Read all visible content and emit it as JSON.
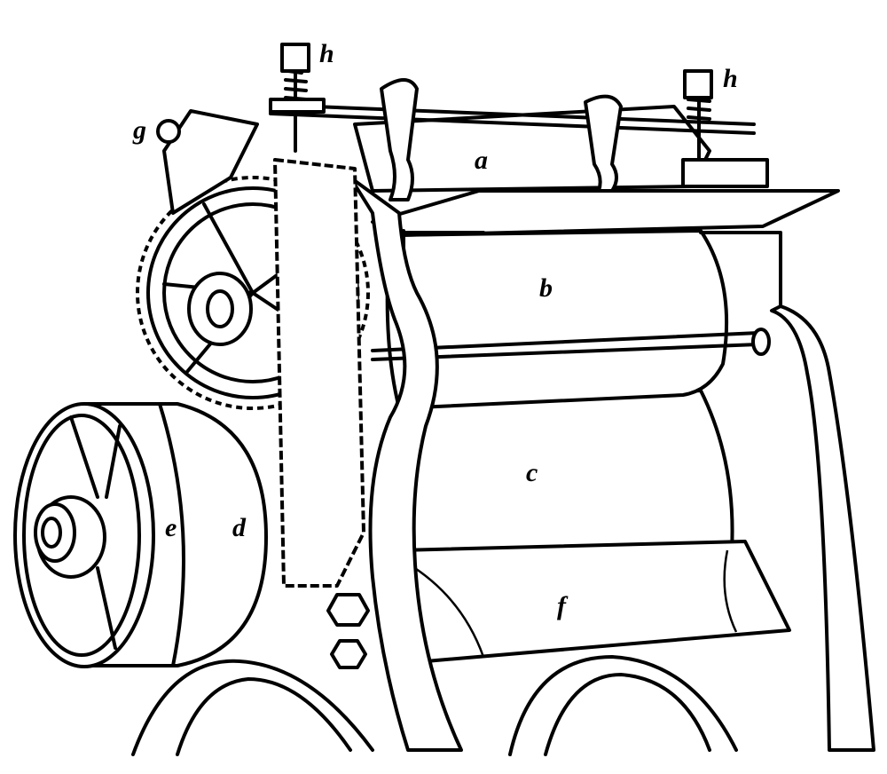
{
  "figure": {
    "labels": {
      "a": "a",
      "b": "b",
      "c": "c",
      "d": "d",
      "e": "e",
      "f": "f",
      "g": "g",
      "h_left": "h",
      "h_right": "h"
    }
  }
}
